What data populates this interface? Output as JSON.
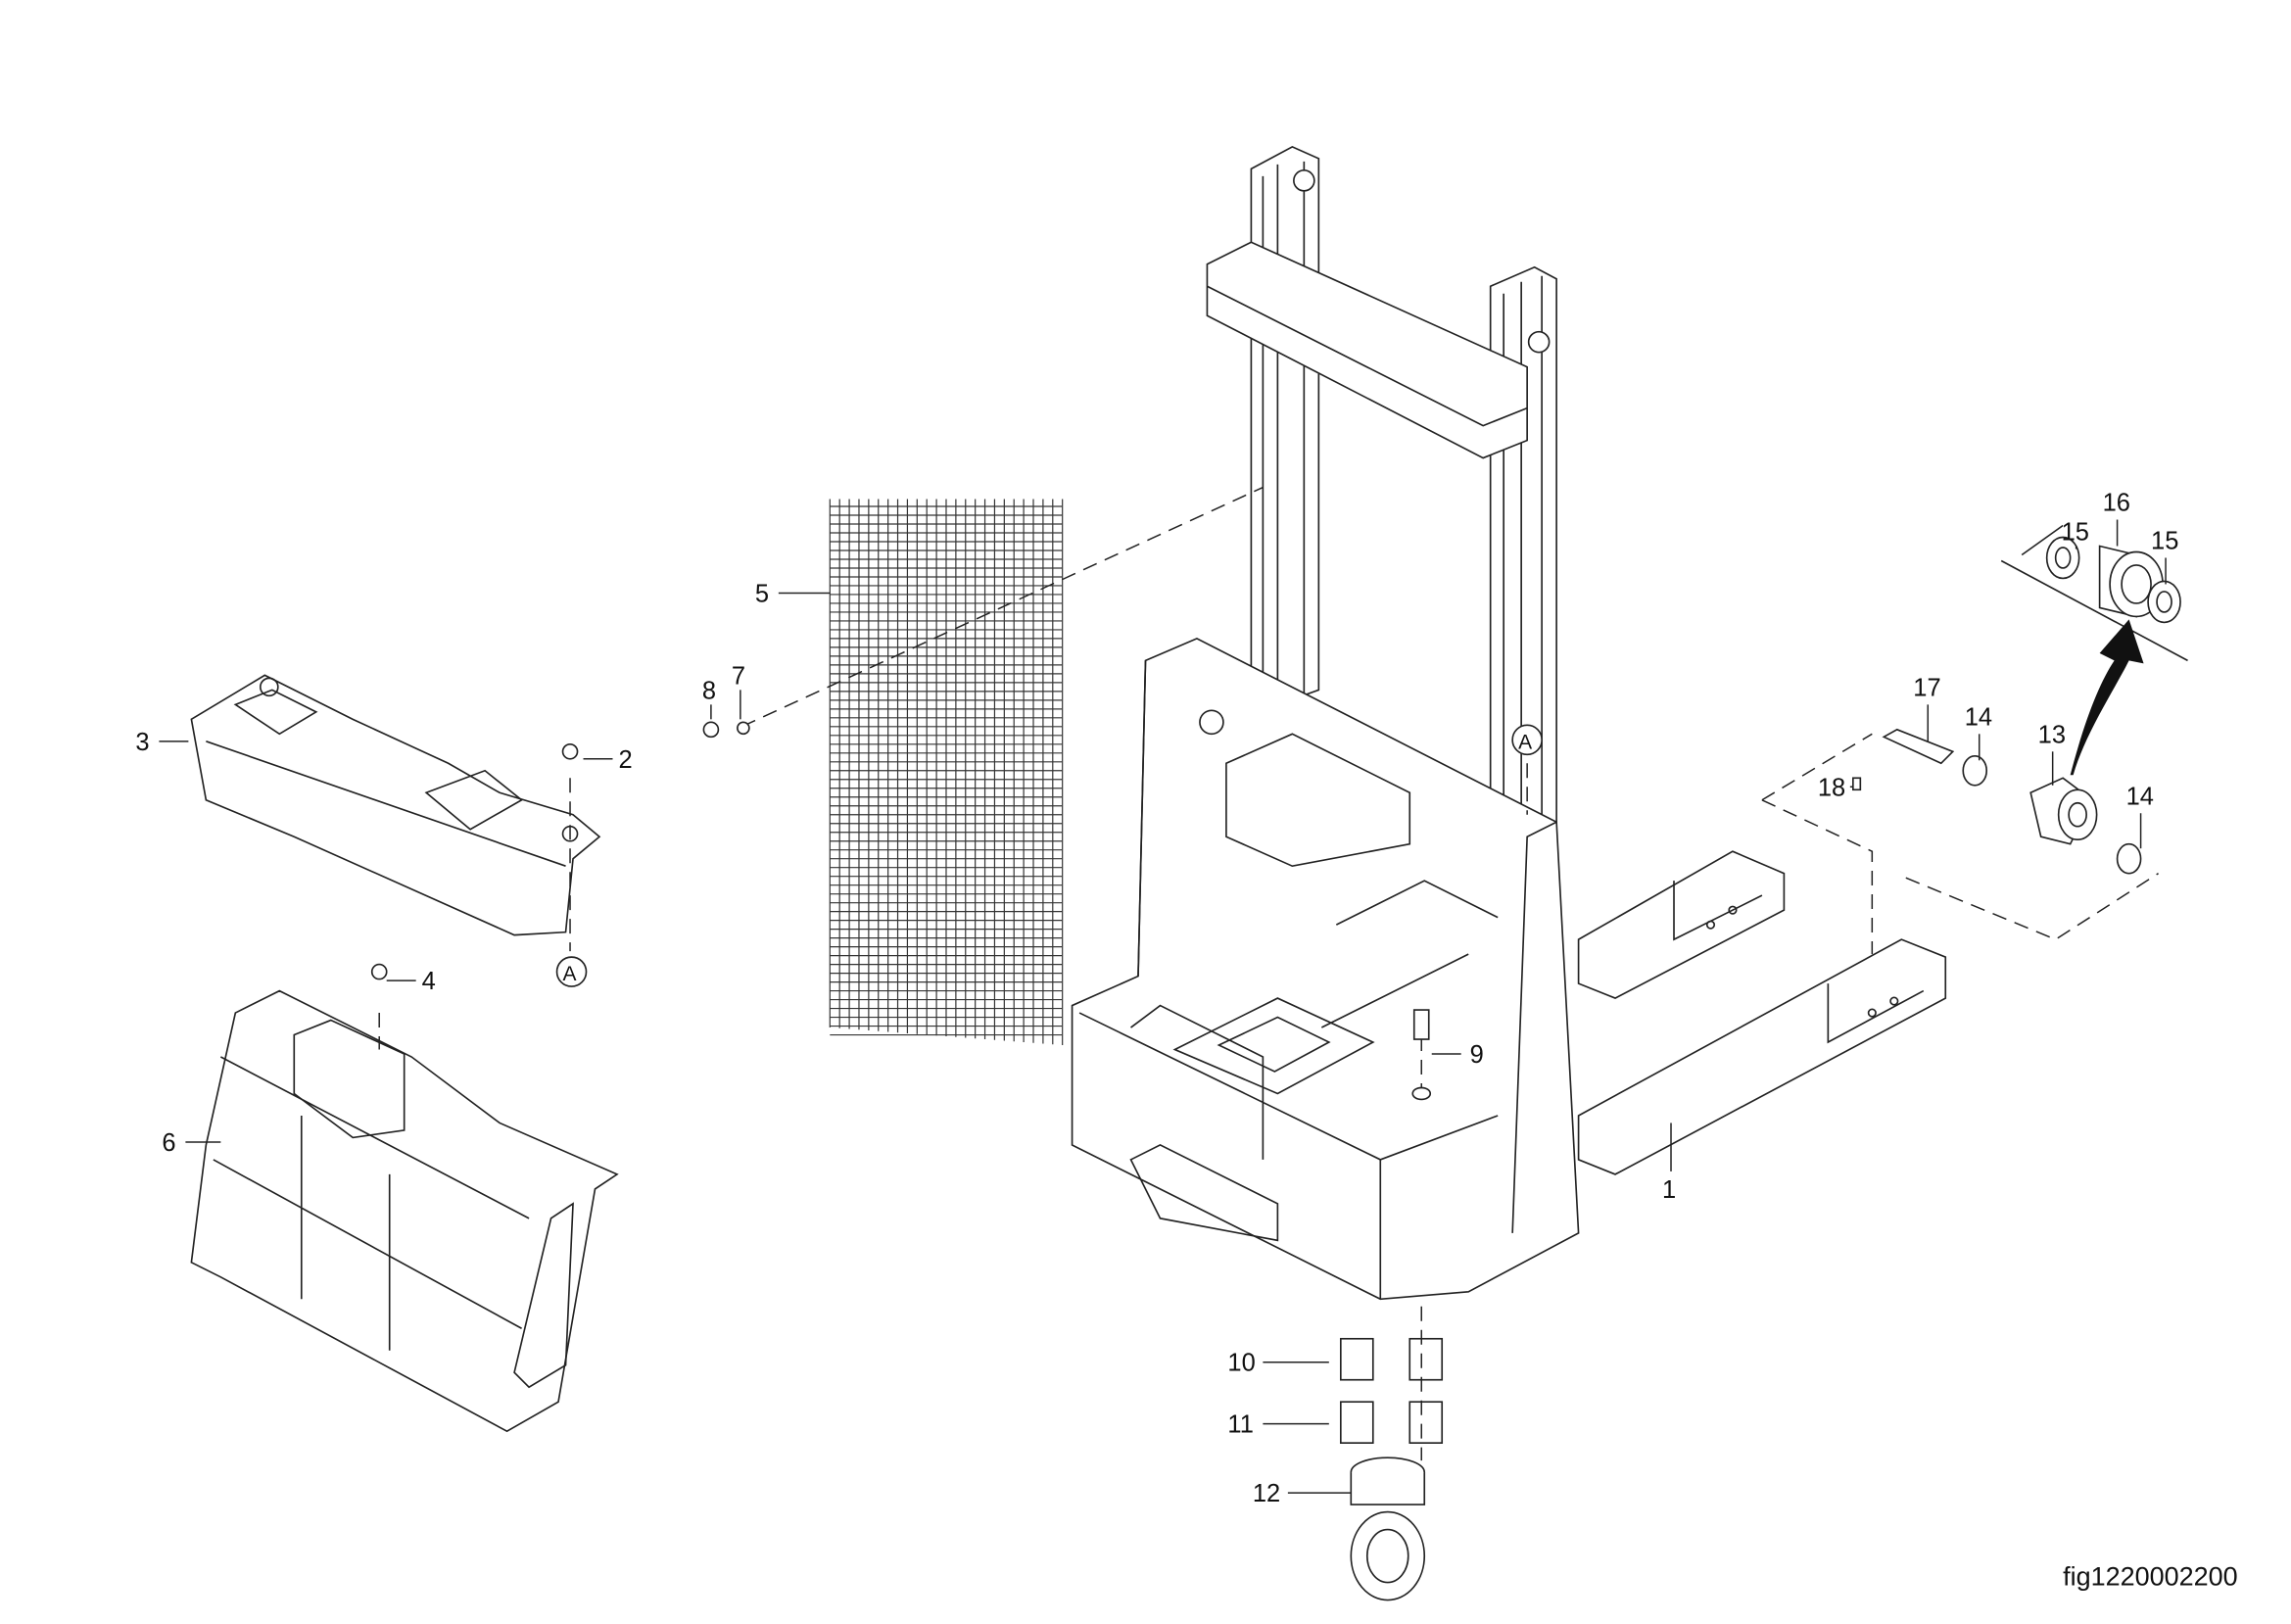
{
  "diagram": {
    "figure_id": "fig1220002200",
    "callouts": [
      "1",
      "2",
      "3",
      "4",
      "5",
      "6",
      "7",
      "8",
      "9",
      "10",
      "11",
      "12",
      "13",
      "14",
      "14",
      "15",
      "15",
      "16",
      "17",
      "18"
    ],
    "reference_marks": [
      "A",
      "A"
    ]
  },
  "colors": {
    "line": "#222222",
    "background": "#ffffff"
  }
}
